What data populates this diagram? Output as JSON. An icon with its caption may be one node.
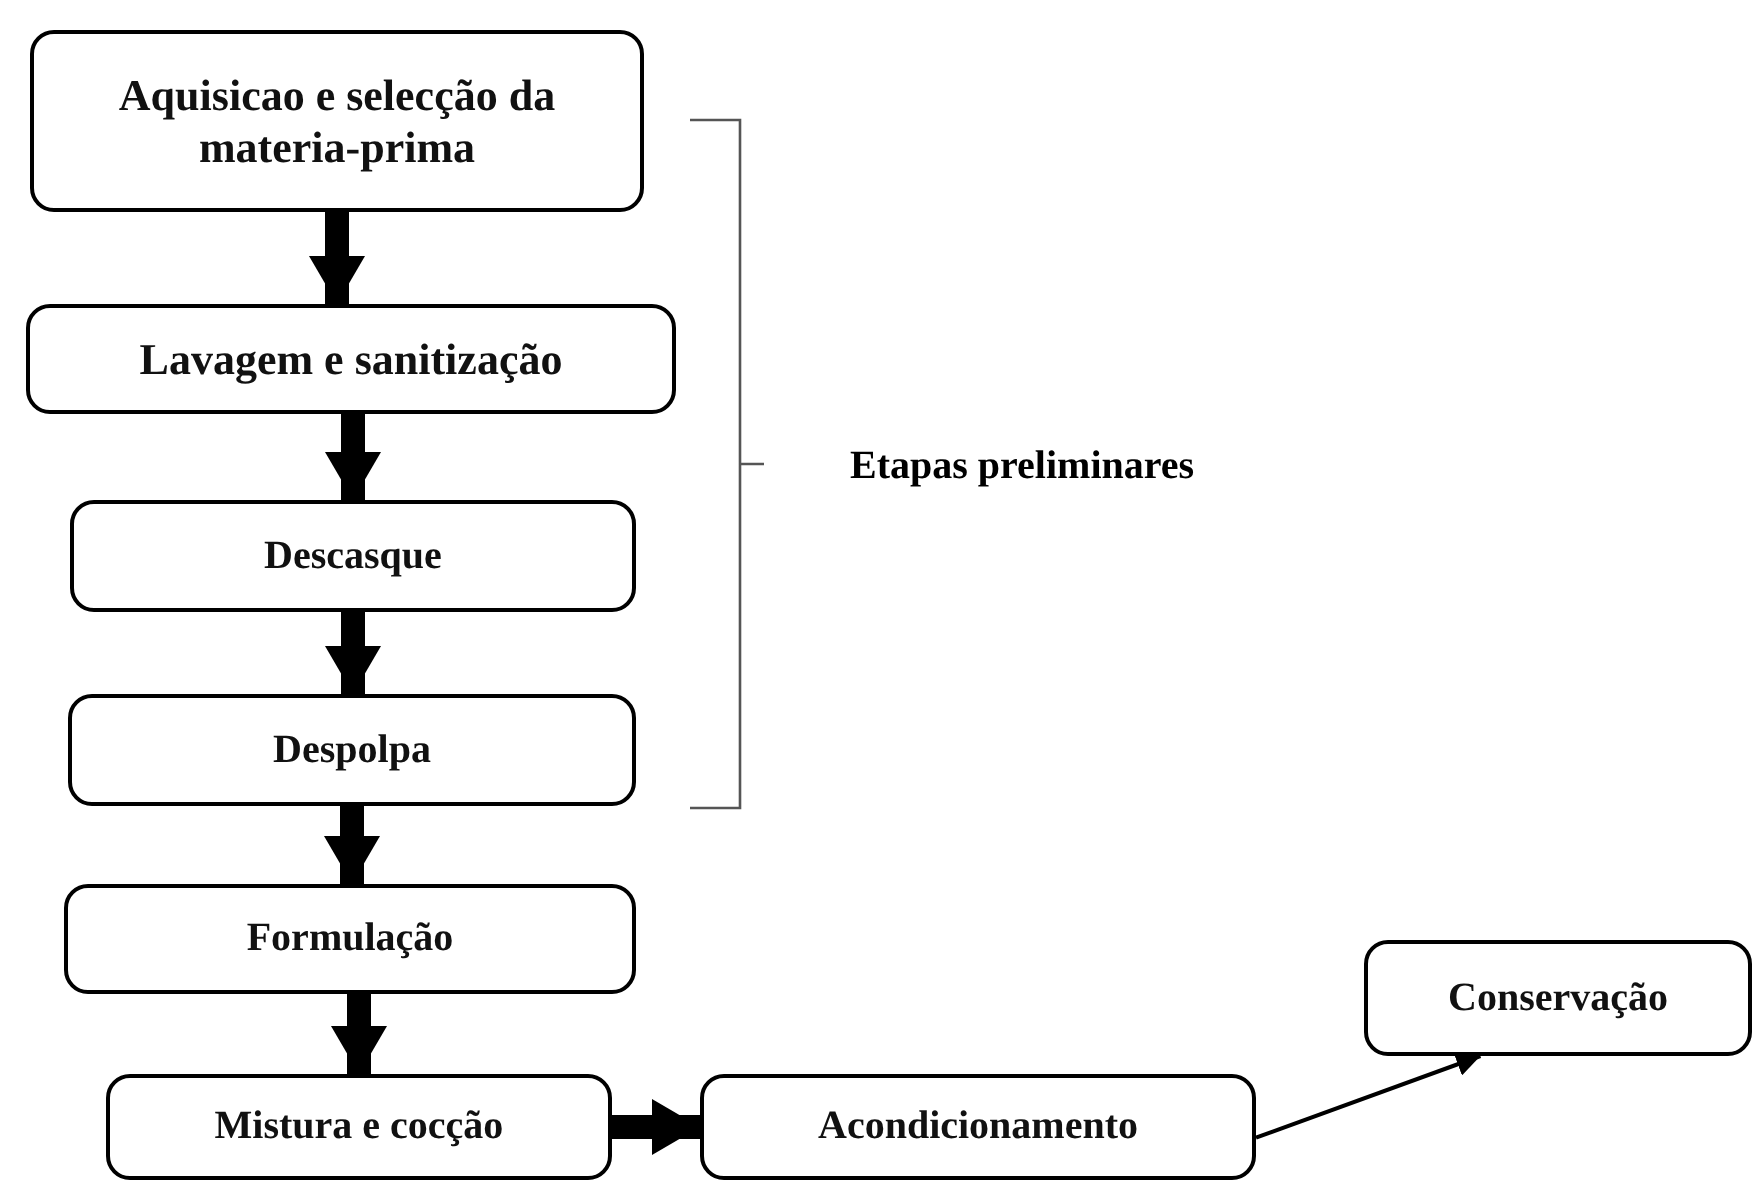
{
  "diagram": {
    "nodes": [
      {
        "text": [
          "Aquisicao e selecção da materia-prima"
        ]
      },
      {
        "text": [
          "Lavagem e sanitização"
        ]
      },
      {
        "text": [
          "Descasque"
        ]
      },
      {
        "text": [
          "Despolpa"
        ]
      },
      {
        "text": [
          "Formulação"
        ]
      },
      {
        "text": [
          "Mistura e cocção"
        ]
      },
      {
        "text": [
          "Acondicionamento"
        ]
      },
      {
        "text": [
          "Conservação"
        ]
      }
    ],
    "edges": [
      {
        "from": 0,
        "to": 1,
        "arrow": "to"
      },
      {
        "from": 1,
        "to": 2,
        "arrow": "to"
      },
      {
        "from": 2,
        "to": 3,
        "arrow": "to"
      },
      {
        "from": 3,
        "to": 4,
        "arrow": "to"
      },
      {
        "from": 4,
        "to": 5,
        "arrow": "to"
      },
      {
        "from": 5,
        "to": 6,
        "arrow": "to"
      },
      {
        "from": 6,
        "to": 7,
        "arrow": "to"
      }
    ],
    "labels": [
      "Etapas preliminares"
    ]
  }
}
